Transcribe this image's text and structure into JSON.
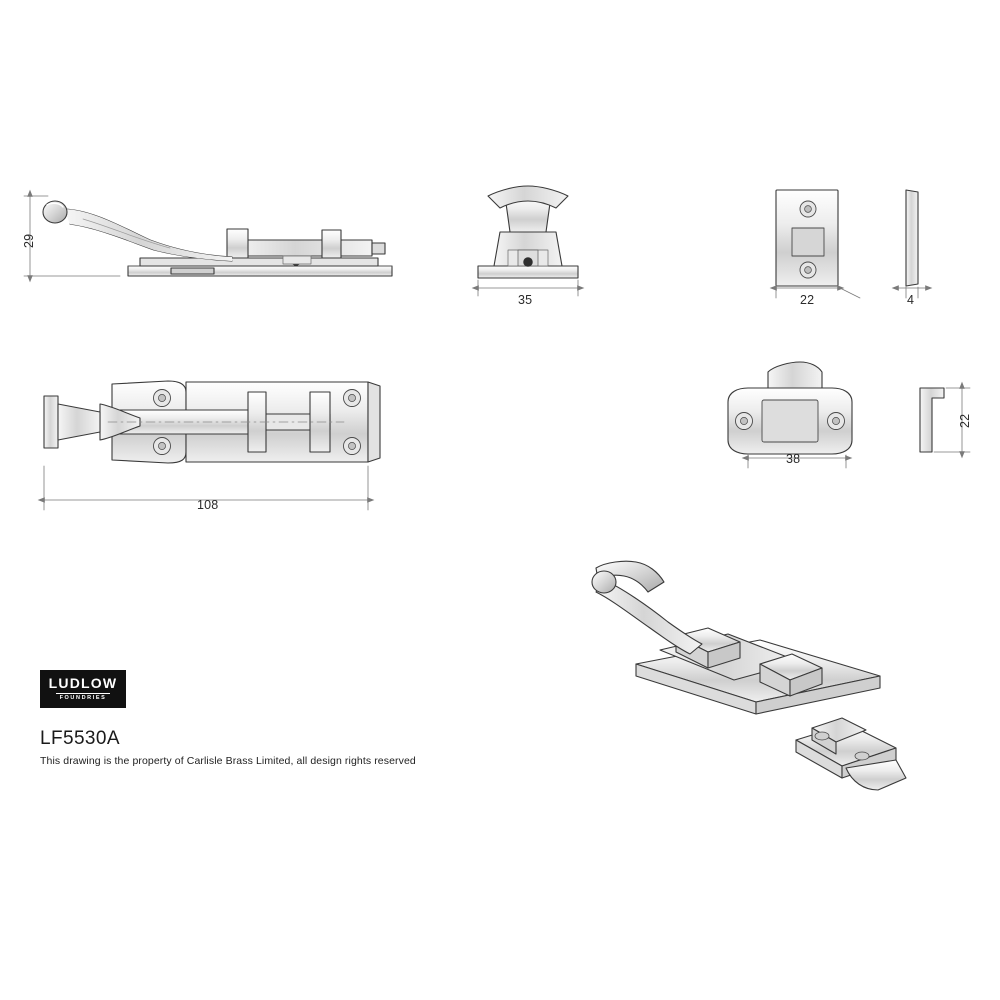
{
  "drawing": {
    "title_code": "LF5530A",
    "legal_notice": "This drawing is the property of Carlisle Brass Limited, all design rights reserved",
    "brand": {
      "name": "LUDLOW",
      "subtitle": "FOUNDRIES"
    },
    "dimensions": {
      "side_height": "29",
      "front_width": "35",
      "keep_plate_width": "22",
      "keep_plate_thickness": "4",
      "plan_length": "108",
      "keep_bracket_width": "38",
      "keep_bracket_height": "22"
    },
    "views": [
      {
        "name": "side-elevation",
        "label": "29"
      },
      {
        "name": "end-elevation",
        "label": "35"
      },
      {
        "name": "keep-plate-front",
        "label": "22"
      },
      {
        "name": "keep-plate-edge",
        "label": "4"
      },
      {
        "name": "plan-view",
        "label": "108"
      },
      {
        "name": "keep-bracket-plan",
        "label": "38"
      },
      {
        "name": "keep-bracket-side",
        "label": "22"
      },
      {
        "name": "isometric-view",
        "label": ""
      }
    ],
    "colors": {
      "line": "#3a3a3a",
      "dimension": "#7a7a7a",
      "fill_light": "#f2f2f2",
      "fill_mid": "#d8d8d8",
      "fill_dark": "#bfbfbf",
      "logo_bg": "#111111"
    }
  }
}
